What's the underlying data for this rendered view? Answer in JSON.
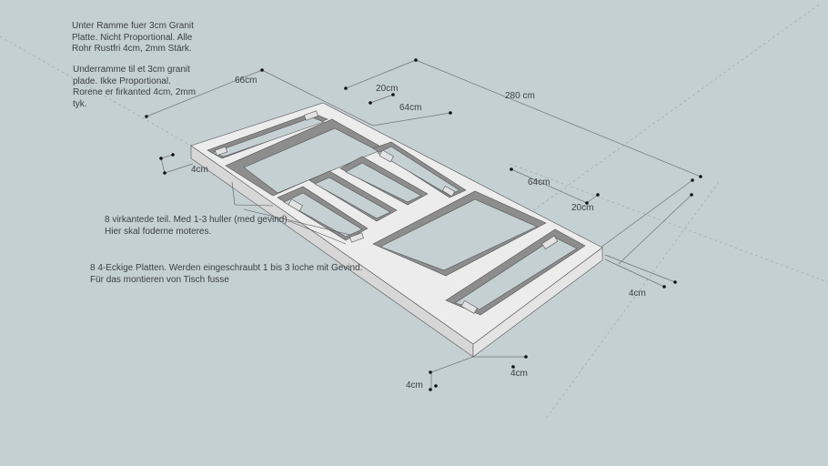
{
  "background_color": "#c5d0d3",
  "notes": {
    "german_header": "Unter Ramme fuer 3cm Granit\nPlatte.  Nicht Proportional.  Alle\nRohr Rustfri 4cm, 2mm Stärk.",
    "danish_header": "Underramme til et 3cm granit\nplade.  Ikke Proportional.\nRorene er firkanted 4cm, 2mm\ntyk.",
    "danish_plates": "8 virkantede teil.  Med 1-3 huller (med gevind).\nHier skal foderne moteres.",
    "german_plates": "8   4-Eckige Platten. Werden eingeschraubt 1 bis 3 loche mit Gevind.\nFür das montieren von Tisch fusse"
  },
  "dimensions": {
    "width_66": "66cm",
    "spacing_20_top": "20cm",
    "spacing_64_top": "64cm",
    "length_280": "280 cm",
    "spacing_64_right": "64cm",
    "spacing_20_right": "20cm",
    "tube_left": "4cm",
    "tube_right": "4cm",
    "tube_bottom_width": "4cm",
    "tube_bottom_height": "4cm"
  },
  "colors": {
    "top_surface": "#ececec",
    "inner_wall": "#8f8f8f",
    "side_face": "#d7d7d7",
    "dim_line": "#6f7477"
  }
}
